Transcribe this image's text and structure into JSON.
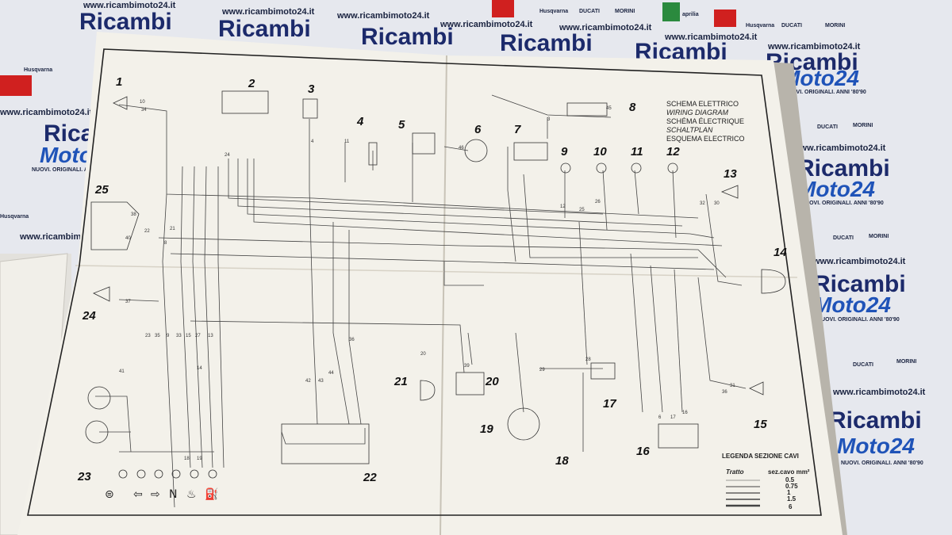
{
  "watermarks": {
    "url": "www.ricambimoto24.it",
    "brand": "Ricambi",
    "brand_moto": "Moto24",
    "tagline": "NUOVI. ORIGINALI. ANNI '80'90",
    "ducati": "DUCATI",
    "morini": "MORINI",
    "husqvarna": "Husqvarna",
    "aprilia": "aprilia"
  },
  "diagram": {
    "titles": [
      "SCHEMA ELETTRICO",
      "WIRING DIAGRAM",
      "SCHÉMA ÉLECTRIQUE",
      "SCHALTPLAN",
      "ESQUEMA ELECTRICO"
    ],
    "component_numbers": [
      "1",
      "2",
      "3",
      "4",
      "5",
      "6",
      "7",
      "8",
      "9",
      "10",
      "11",
      "12",
      "13",
      "14",
      "15",
      "16",
      "17",
      "18",
      "19",
      "20",
      "21",
      "22",
      "23",
      "24",
      "25"
    ],
    "legend": {
      "title": "LEGENDA SEZIONE CAVI",
      "col_tratto": "Tratto",
      "col_section": "sez.cavo mm²",
      "sections": [
        "0.5",
        "0.75",
        "1",
        "1.5",
        "6"
      ]
    },
    "wire_codes": [
      "10",
      "34",
      "38",
      "40",
      "22",
      "21",
      "8",
      "37",
      "23",
      "35",
      "9",
      "33",
      "15",
      "27",
      "24",
      "4",
      "14",
      "18",
      "19",
      "41",
      "28",
      "11",
      "12",
      "46",
      "45",
      "3",
      "26",
      "25",
      "32",
      "30",
      "31",
      "36",
      "6",
      "17",
      "16",
      "29",
      "39",
      "20",
      "13",
      "42",
      "43",
      "44",
      "36"
    ]
  }
}
